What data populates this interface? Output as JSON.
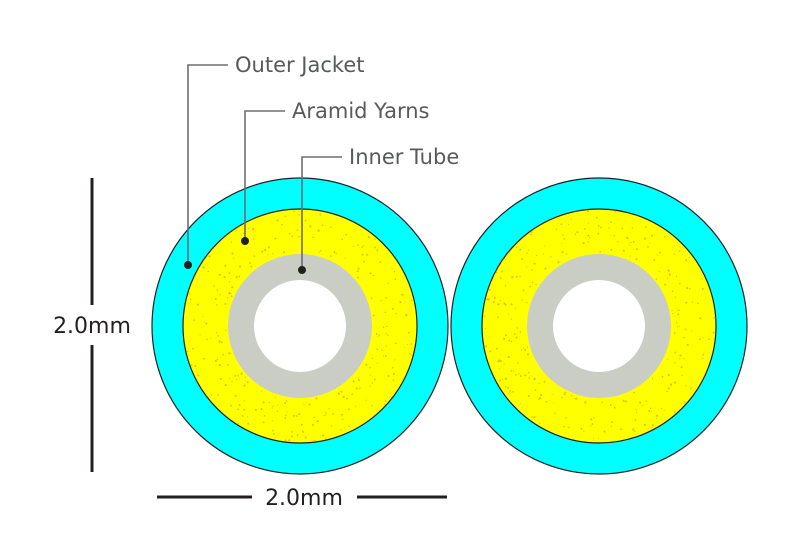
{
  "labels": {
    "outer_jacket": "Outer Jacket",
    "aramid_yarns": "Aramid Yarns",
    "inner_tube": "Inner Tube"
  },
  "dimensions": {
    "height": "2.0mm",
    "width": "2.0mm"
  },
  "colors": {
    "outer_jacket": "#00ffff",
    "aramid_yarns": "#ffff00",
    "inner_tube": "#c9cdc3",
    "core": "#ffffff",
    "outline": "#231f20",
    "leader": "#6d6e71",
    "speckle": "#d6c200"
  }
}
